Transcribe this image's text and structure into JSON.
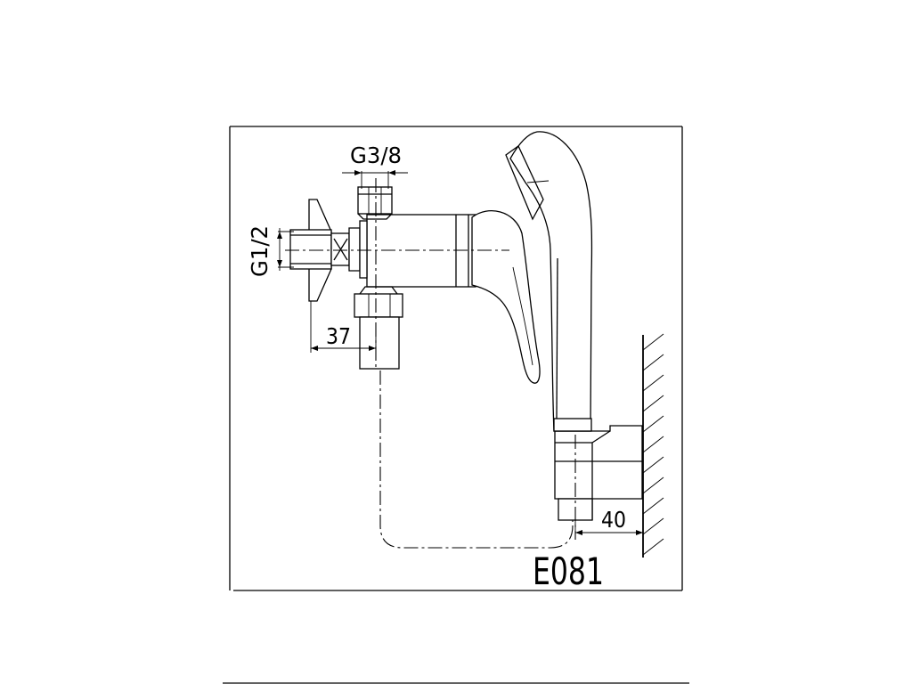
{
  "labels": {
    "top_thread": "G3/8",
    "side_thread": "G1/2",
    "offset_left": "37",
    "offset_right": "40",
    "product_code": "E081"
  }
}
